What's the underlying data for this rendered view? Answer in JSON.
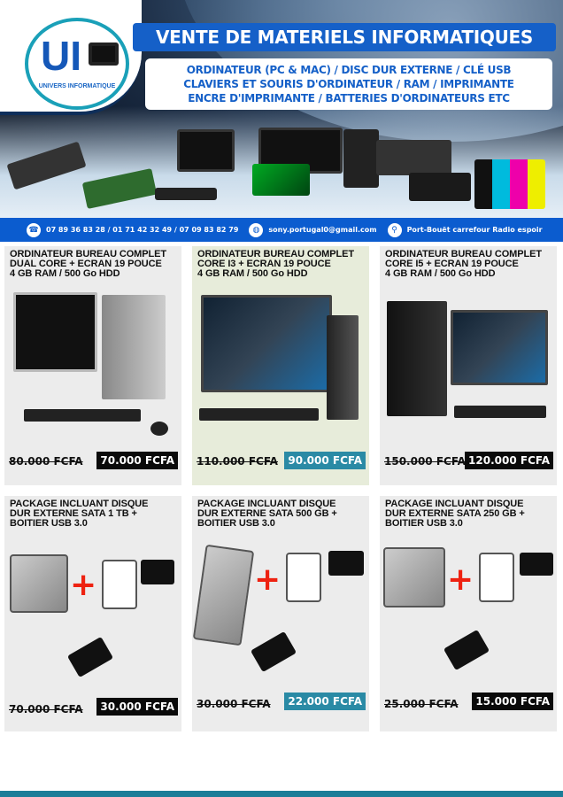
{
  "brand": {
    "logo_letters": "UI",
    "logo_text": "UNIVERS INFORMATIQUE"
  },
  "header": {
    "title": "VENTE DE MATERIELS INFORMATIQUES",
    "lines": [
      "ORDINATEUR (PC & MAC) / DISC DUR EXTERNE / CLÉ USB",
      "CLAVIERS ET SOURIS D'ORDINATEUR / RAM / IMPRIMANTE",
      "ENCRE D'IMPRIMANTE / BATTERIES D'ORDINATEURS ETC"
    ]
  },
  "contact": {
    "phone_icon": "phone-icon",
    "phones": "07 89 36 83 28 / 01 71 42 32 49 / 07 09 83 82 79",
    "email_icon": "globe-icon",
    "email": "sony.portugal0@gmail.com",
    "location_icon": "location-pin-icon",
    "address": "Port-Bouët carrefour Radio espoir"
  },
  "colors": {
    "brand_blue": "#0b5ccf",
    "price_dark": "#0a0a0a",
    "price_teal": "#2a8aa5"
  },
  "products": [
    {
      "title": [
        "ORDINATEUR BUREAU COMPLET",
        "DUAL CORE + ECRAN 19 POUCE",
        "4 GB RAM / 500 Go HDD"
      ],
      "old_price": "80.000 FCFA",
      "new_price": "70.000 FCFA"
    },
    {
      "title": [
        "ORDINATEUR BUREAU COMPLET",
        "CORE I3 + ECRAN 19 POUCE",
        "4 GB RAM / 500 Go HDD"
      ],
      "old_price": "110.000 FCFA",
      "new_price": "90.000 FCFA"
    },
    {
      "title": [
        "ORDINATEUR BUREAU COMPLET",
        "CORE I5 + ECRAN 19 POUCE",
        "4 GB RAM / 500 Go HDD"
      ],
      "old_price": "150.000 FCFA",
      "new_price": "120.000 FCFA"
    },
    {
      "title": [
        "PACKAGE INCLUANT DISQUE",
        "DUR EXTERNE SATA 1 TB +",
        "BOITIER USB 3.0"
      ],
      "old_price": "70.000 FCFA",
      "new_price": "30.000 FCFA"
    },
    {
      "title": [
        "PACKAGE INCLUANT DISQUE",
        "DUR EXTERNE SATA 500 GB +",
        "BOITIER USB 3.0"
      ],
      "old_price": "30.000 FCFA",
      "new_price": "22.000 FCFA"
    },
    {
      "title": [
        "PACKAGE INCLUANT DISQUE",
        "DUR EXTERNE SATA 250 GB +",
        "BOITIER USB 3.0"
      ],
      "old_price": "25.000 FCFA",
      "new_price": "15.000 FCFA"
    }
  ]
}
